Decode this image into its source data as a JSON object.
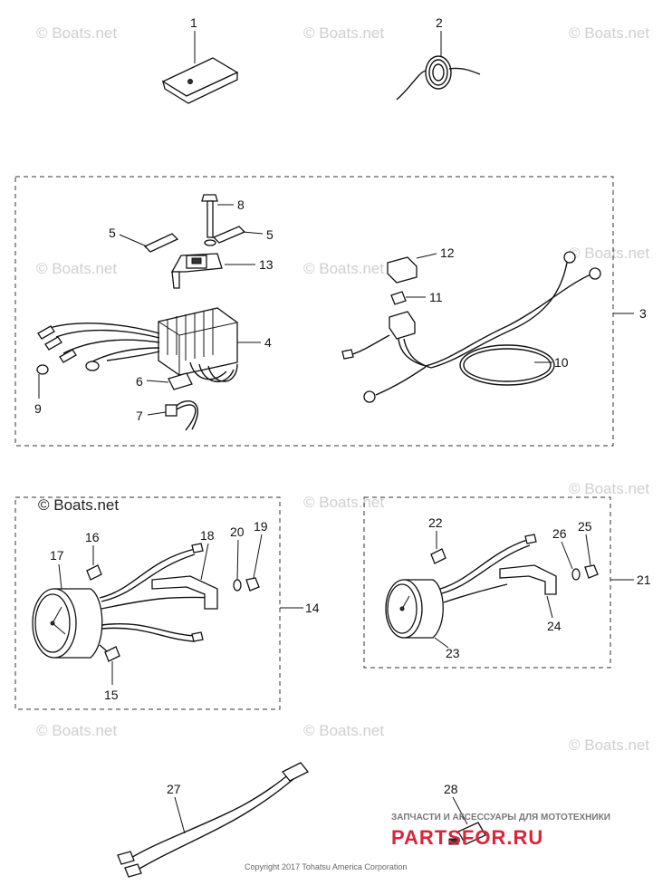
{
  "watermark": "© Boats.net",
  "copyright": "Copyright 2017 Tohatsu America Corporation",
  "brand": {
    "tagline": "ЗАПЧАСТИ И АКСЕССУАРЫ ДЛЯ МОТОТЕХНИКИ",
    "name": "PARTSFOR.RU"
  },
  "callouts": {
    "c1": "1",
    "c2": "2",
    "c3": "3",
    "c4": "4",
    "c5a": "5",
    "c5b": "5",
    "c6": "6",
    "c7": "7",
    "c8": "8",
    "c9": "9",
    "c10": "10",
    "c11": "11",
    "c12": "12",
    "c13": "13",
    "c14": "14",
    "c15": "15",
    "c16": "16",
    "c17": "17",
    "c18": "18",
    "c19": "19",
    "c20": "20",
    "c21": "21",
    "c22": "22",
    "c23": "23",
    "c24": "24",
    "c25": "25",
    "c26": "26",
    "c27": "27",
    "c28": "28"
  }
}
